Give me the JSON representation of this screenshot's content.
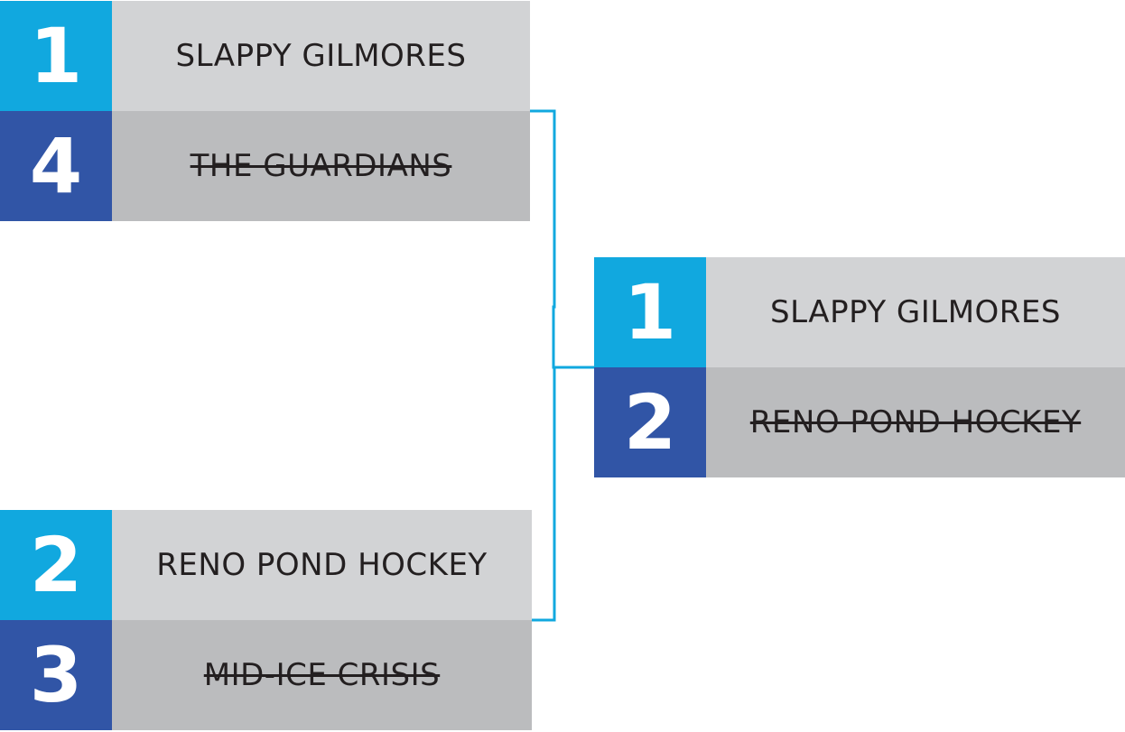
{
  "rounds": {
    "semifinal_1": {
      "top": {
        "seed": "1",
        "team": "SLAPPY GILMORES",
        "status": "winner"
      },
      "bottom": {
        "seed": "4",
        "team": "THE GUARDIANS",
        "status": "eliminated"
      }
    },
    "semifinal_2": {
      "top": {
        "seed": "2",
        "team": "RENO POND HOCKEY",
        "status": "winner"
      },
      "bottom": {
        "seed": "3",
        "team": "MID-ICE CRISIS",
        "status": "eliminated"
      }
    },
    "final": {
      "top": {
        "seed": "1",
        "team": "SLAPPY GILMORES",
        "status": "winner"
      },
      "bottom": {
        "seed": "2",
        "team": "RENO POND HOCKEY",
        "status": "eliminated"
      }
    }
  },
  "colors": {
    "seed_light": "#11a8df",
    "seed_dark": "#3155a6",
    "winner_bg": "#d2d3d5",
    "loser_bg": "#bbbcbe",
    "connector": "#11a8df",
    "text": "#231f20"
  }
}
